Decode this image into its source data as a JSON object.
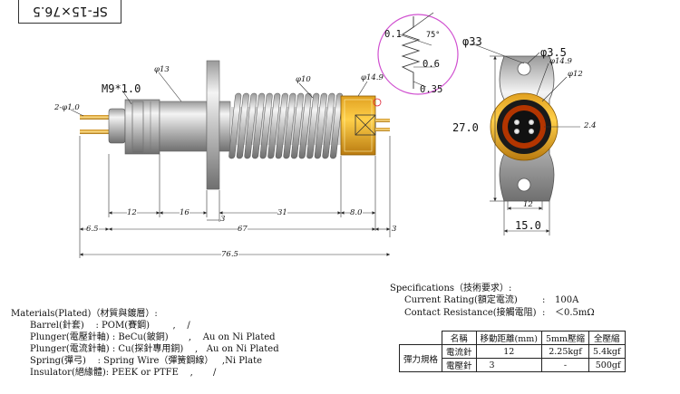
{
  "title": "SF-15×76.5",
  "dims": {
    "m9": "M9*1.0",
    "d13": "φ13",
    "d10": "φ10",
    "d149": "φ14.9",
    "wire": "2-φ1.0",
    "len12": "12",
    "len16": "16",
    "len3a": "3",
    "len31": "31",
    "len8": "8.0",
    "len3b": "3",
    "len67": "67",
    "len65": "6.5",
    "len765": "76.5",
    "d33": "φ33",
    "d35": "φ3.5",
    "d149r": "φ14.9",
    "d12": "φ12",
    "d24": "2.4",
    "h27": "27.0",
    "w12": "12",
    "w15": "15.0",
    "tip01": "0.1",
    "tip75": "75°",
    "tip06": "0.6",
    "tip035": "0.35"
  },
  "specs": {
    "heading": "Specifications（技術要求）:",
    "rows": [
      {
        "label": "Current Rating(額定電流)",
        "sep": ":",
        "value": "100A"
      },
      {
        "label": "Contact Resistance(接觸電阻)",
        "sep": ":",
        "value": "＜0.5mΩ"
      }
    ]
  },
  "table": {
    "h1": "名稱",
    "h2": "移動距離(mm)",
    "h3": "5mm壓縮",
    "h4": "全壓縮",
    "group": "彈力規格",
    "rows": [
      {
        "name": "電流針",
        "travel": "12",
        "c5": "2.25kgf",
        "full": "5.4kgf"
      },
      {
        "name": "電壓針",
        "travel": "3",
        "c5": "-",
        "full": "500gf"
      }
    ]
  },
  "materials": {
    "heading": "Materials(Plated)（材質與鍍層）:",
    "lines": [
      "Barrel(針套)    : POM(賽鋼)        ,    /",
      "Plunger(電壓針軸) : BeCu(鈹銅)       ,    Au on Ni Plated",
      "Plunger(電流針軸) : Cu(探針專用銅)    ,   Au on Ni Plated",
      "Spring(彈弓)    : Spring Wire（彈簧鋼線）   ,Ni Plate",
      "Insulator(絕緣體): PEEK or PTFE    ,       /"
    ]
  }
}
